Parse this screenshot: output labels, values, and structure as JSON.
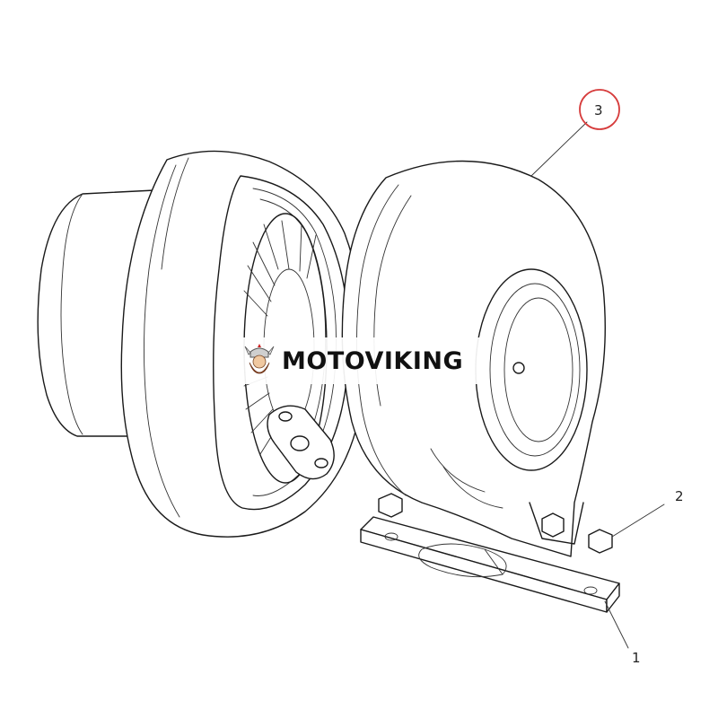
{
  "diagram": {
    "callouts": [
      {
        "id": "1",
        "label": "1"
      },
      {
        "id": "2",
        "label": "2"
      },
      {
        "id": "3",
        "label": "3",
        "highlighted": true
      }
    ],
    "highlight_color": "#d63b3b",
    "line_color": "#1a1a1a"
  },
  "watermark": {
    "brand": "MOTOVIKING",
    "logo_icon": "viking-head-icon",
    "logo_color": "#a0522d"
  }
}
